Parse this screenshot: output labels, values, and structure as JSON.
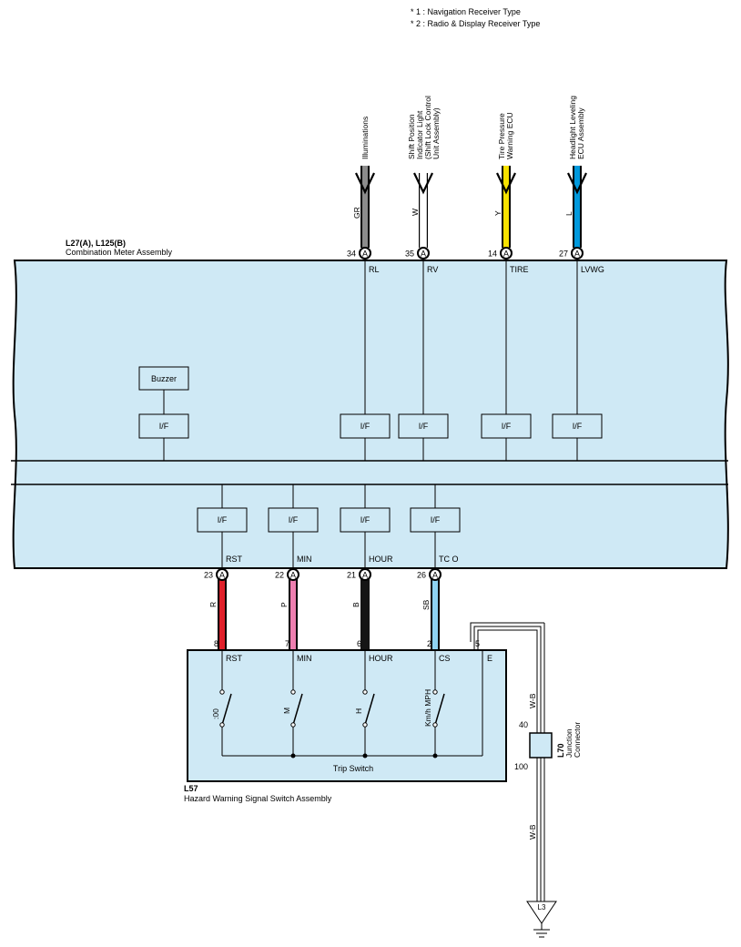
{
  "notes": {
    "note1": "* 1 : Navigation Receiver Type",
    "note2": "* 2 : Radio & Display Receiver Type"
  },
  "combination_meter": {
    "connector_code": "L27(A), L125(B)",
    "name": "Combination Meter Assembly",
    "buzzer_label": "Buzzer",
    "interface_label": "I/F"
  },
  "top_wires": [
    {
      "dest_line1": "Illuminations",
      "dest_line2": "",
      "dest_line3": "",
      "color_code": "GR",
      "color": "#8c8c8c",
      "pin": "34",
      "connector": "A",
      "terminal": "RL"
    },
    {
      "dest_line1": "Shift Position",
      "dest_line2": "Indicator Light",
      "dest_line3": "(Shift Lock Control",
      "dest_line4": "Unit Assembly)",
      "color_code": "W",
      "color": "#ffffff",
      "pin": "35",
      "connector": "A",
      "terminal": "RV"
    },
    {
      "dest_line1": "Tire Pressure",
      "dest_line2": "Warning ECU",
      "dest_line3": "",
      "color_code": "Y",
      "color": "#f7e200",
      "pin": "14",
      "connector": "A",
      "terminal": "TIRE"
    },
    {
      "dest_line1": "Headlight Leveling",
      "dest_line2": "ECU Assembly",
      "dest_line3": "",
      "color_code": "L",
      "color": "#0099dd",
      "pin": "27",
      "connector": "A",
      "terminal": "LVWG"
    }
  ],
  "bottom_wires": [
    {
      "terminal": "RST",
      "pin": "23",
      "connector": "A",
      "color_code": "R",
      "color": "#e0202a",
      "switch_pin": "8",
      "switch_terminal": "RST",
      "switch_label": ":00"
    },
    {
      "terminal": "MIN",
      "pin": "22",
      "connector": "A",
      "color_code": "P",
      "color": "#ee7fb0",
      "switch_pin": "7",
      "switch_terminal": "MIN",
      "switch_label": "M"
    },
    {
      "terminal": "HOUR",
      "pin": "21",
      "connector": "A",
      "color_code": "B",
      "color": "#151515",
      "switch_pin": "6",
      "switch_terminal": "HOUR",
      "switch_label": "H"
    },
    {
      "terminal": "TC O",
      "pin": "26",
      "connector": "A",
      "color_code": "SB",
      "color": "#8fd3f2",
      "switch_pin": "2",
      "switch_terminal": "CS",
      "switch_label": "Km/h MPH"
    }
  ],
  "hazard_switch": {
    "code": "L57",
    "name": "Hazard Warning Signal Switch Assembly",
    "sub_label": "Trip Switch",
    "ground_pin": "5",
    "ground_terminal": "E"
  },
  "ground_wire": {
    "color_code_upper": "W-B",
    "color_code_lower": "W-B",
    "junction_code": "L70",
    "junction_name_line1": "Junction",
    "junction_name_line2": "Connector",
    "junction_pin_in": "40",
    "junction_pin_out": "100",
    "ground_point": "L3"
  },
  "colors": {
    "box_fill": "#cfe9f5",
    "outline": "#000000"
  }
}
